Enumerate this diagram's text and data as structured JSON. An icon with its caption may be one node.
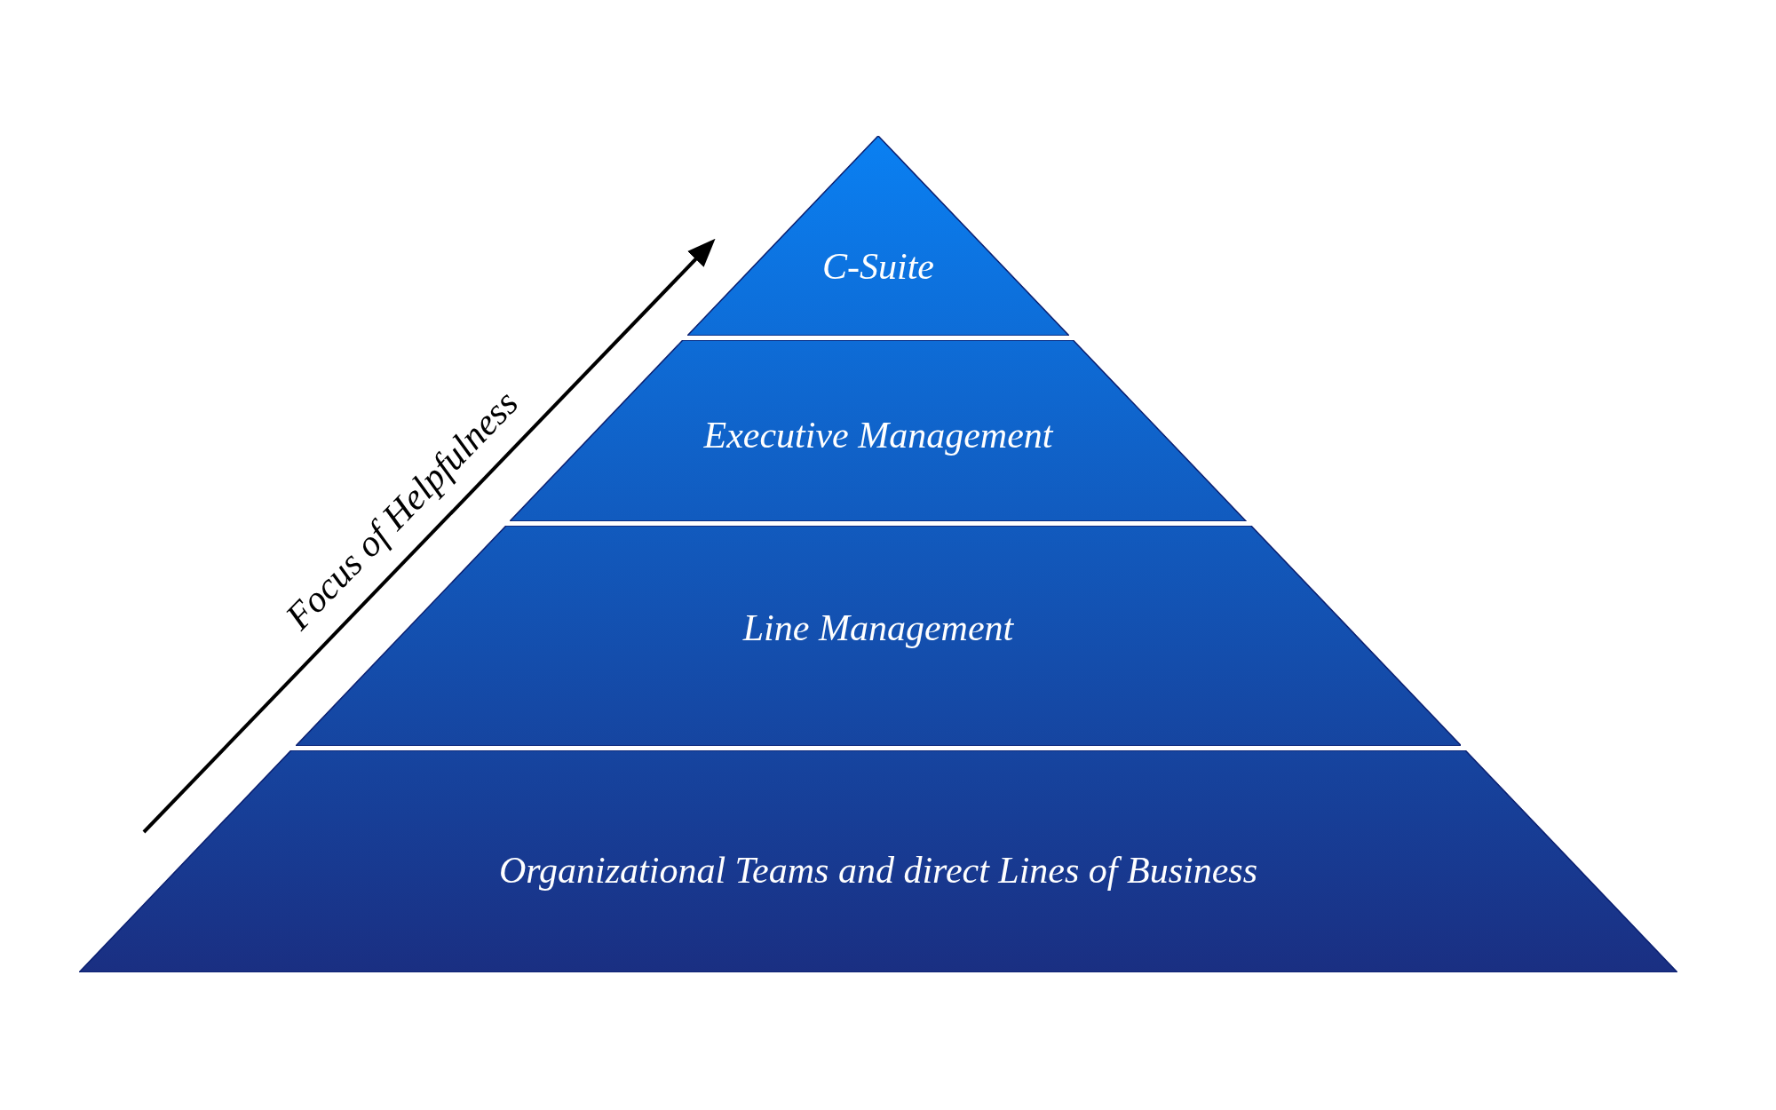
{
  "diagram": {
    "nodes": [
      {
        "text": [
          "C-Suite"
        ]
      },
      {
        "text": [
          "Executive Management"
        ]
      },
      {
        "text": [
          "Line Management"
        ]
      },
      {
        "text": [
          "Organizational Teams and direct Lines of Business"
        ]
      }
    ],
    "labels": [
      "Focus of Helpfulness"
    ]
  }
}
